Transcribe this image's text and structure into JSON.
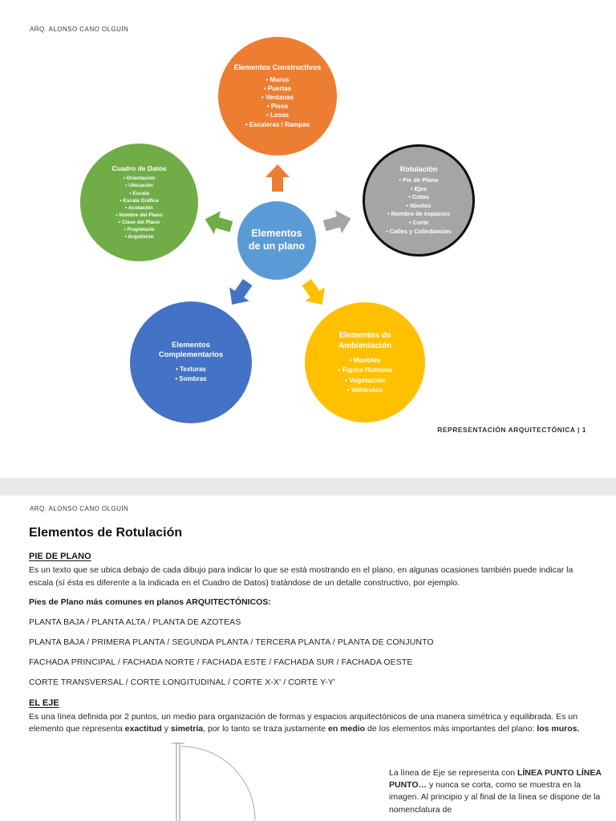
{
  "page1": {
    "header": "ARQ. ALONSO CANO OLGUÍN",
    "footer": "REPRESENTACIÓN ARQUITECTÓNICA | 1",
    "diagram": {
      "center": {
        "title": "Elementos de un plano",
        "color": "#5B9BD5"
      },
      "nodes": [
        {
          "title": "Elementos Constructivos",
          "color": "#ED7D31",
          "items": [
            "Muros",
            "Puertas",
            "Ventanas",
            "Pisos",
            "Losas",
            "Escaleras / Rampas"
          ]
        },
        {
          "title": "Cuadro de Datos",
          "color": "#70AD47",
          "items": [
            "Orientación",
            "Ubicación",
            "Escala",
            "Escala Gráfica",
            "Acotación",
            "Nombre del Plano",
            "Clave del Plano",
            "Propietario",
            "Arquitecto"
          ]
        },
        {
          "title": "Rotulación",
          "color": "#A5A5A5",
          "items": [
            "Pie de Plano",
            "Ejes",
            "Cotas",
            "Niveles",
            "Nombre de espacios",
            "Corte",
            "Calles y Colindancias"
          ]
        },
        {
          "title": "Elementos Complementarios",
          "color": "#4472C4",
          "items": [
            "Texturas",
            "Sombras"
          ]
        },
        {
          "title": "Elementos de Ambientación",
          "color": "#FFC000",
          "items": [
            "Muebles",
            "Figura Humana",
            "Vegetación",
            "Vehículos"
          ]
        }
      ]
    }
  },
  "page2": {
    "header": "ARQ. ALONSO CANO OLGUÍN",
    "title": "Elementos de Rotulación",
    "pie_de_plano": {
      "heading": "PIE DE PLANO",
      "paragraph": "Es un texto que se ubica debajo de cada dibujo para indicar lo que se está mostrando en el plano, en algunas ocasiones también puede indicar la escala (sí ésta es diferente a la indicada en el Cuadro de Datos) tratándose de un detalle constructivo, por ejemplo.",
      "subheading": "Pies de Plano más comunes en planos ARQUITECTÓNICOS:",
      "examples": [
        "PLANTA BAJA / PLANTA ALTA /  PLANTA DE AZOTEAS",
        "PLANTA BAJA / PRIMERA PLANTA / SEGUNDA PLANTA / TERCERA PLANTA / PLANTA DE CONJUNTO",
        "FACHADA PRINCIPAL / FACHADA NORTE / FACHADA ESTE / FACHADA SUR / FACHADA OESTE",
        "CORTE TRANSVERSAL / CORTE LONGITUDINAL / CORTE X-X' / CORTE Y-Y'"
      ]
    },
    "el_eje": {
      "heading": "EL EJE",
      "paragraph": [
        {
          "t": "Es una línea definida por 2 puntos, un medio para organización de formas y espacios arquitectónicos de una manera simétrica y equilibrada. Es un elemento que representa "
        },
        {
          "t": "exactitud",
          "b": true
        },
        {
          "t": " y "
        },
        {
          "t": "simetría",
          "b": true
        },
        {
          "t": ", por lo tanto se traza justamente "
        },
        {
          "t": "en medio",
          "b": true
        },
        {
          "t": " de los elementos más importantes del plano: "
        },
        {
          "t": "los muros.",
          "b": true
        }
      ],
      "caption": [
        {
          "t": "La línea de Eje se representa con "
        },
        {
          "t": "LÍNEA PUNTO LÍNEA PUNTO…",
          "b": true
        },
        {
          "t": " y nunca se corta, como se muestra en la imagen. Al principio y al final de la línea se dispone de la nomenclatura de"
        }
      ]
    }
  }
}
